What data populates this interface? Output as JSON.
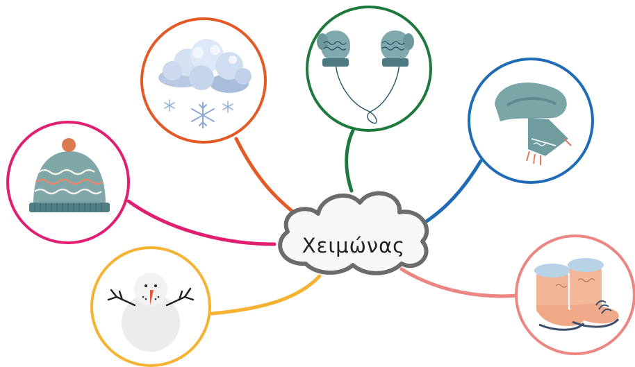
{
  "mindmap": {
    "center": {
      "label": "Χειμώνας"
    },
    "branches": [
      {
        "topic": "cloud-snow",
        "color": "#e35a27"
      },
      {
        "topic": "mittens",
        "color": "#1e7a3c"
      },
      {
        "topic": "scarf",
        "color": "#1f6bb5"
      },
      {
        "topic": "hat",
        "color": "#e01f72"
      },
      {
        "topic": "snowman",
        "color": "#f5b233"
      },
      {
        "topic": "boots",
        "color": "#ec8683"
      }
    ]
  }
}
